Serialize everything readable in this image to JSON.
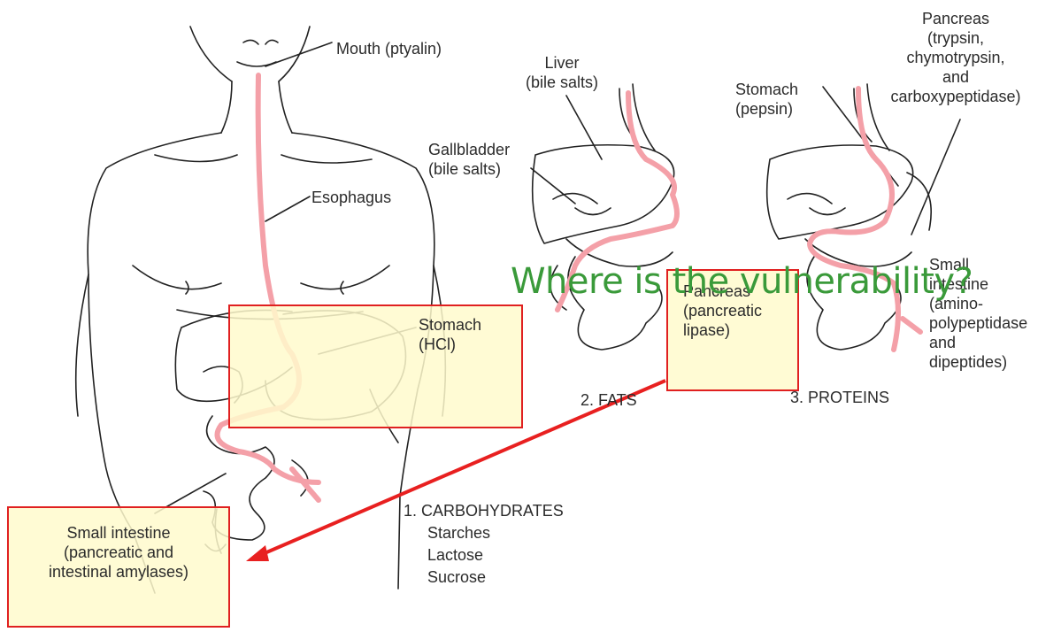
{
  "labels": {
    "mouth": "Mouth (ptyalin)",
    "esophagus": "Esophagus",
    "stomach_hcl": [
      "Stomach",
      "(HCl)"
    ],
    "small_intestine_carb": [
      "Small intestine",
      "(pancreatic and",
      "intestinal amylases)"
    ],
    "carbohydrates": [
      "1. CARBOHYDRATES",
      "Starches",
      "Lactose",
      "Sucrose"
    ],
    "liver": [
      "Liver",
      "(bile salts)"
    ],
    "gallbladder": [
      "Gallbladder",
      "(bile salts)"
    ],
    "pancreas_lipase": [
      "Pancreas",
      "(pancreatic",
      "lipase)"
    ],
    "fats": "2. FATS",
    "stomach_pepsin": [
      "Stomach",
      "(pepsin)"
    ],
    "pancreas_enzymes": [
      "Pancreas",
      "(trypsin,",
      "chymotrypsin,",
      "and",
      "carboxypeptidase)"
    ],
    "small_intestine_protein": [
      "Small",
      "intestine",
      "(amino-",
      "polypeptidase",
      "and",
      "dipeptides)"
    ],
    "proteins": "3. PROTEINS"
  },
  "question": "Where is the vulnerability?",
  "colors": {
    "tract": "#f4a0a8",
    "outline": "#222222",
    "highlight_border": "#e02020",
    "highlight_fill": "#fffacd",
    "arrow": "#e82020",
    "question": "#3a9a3a"
  }
}
